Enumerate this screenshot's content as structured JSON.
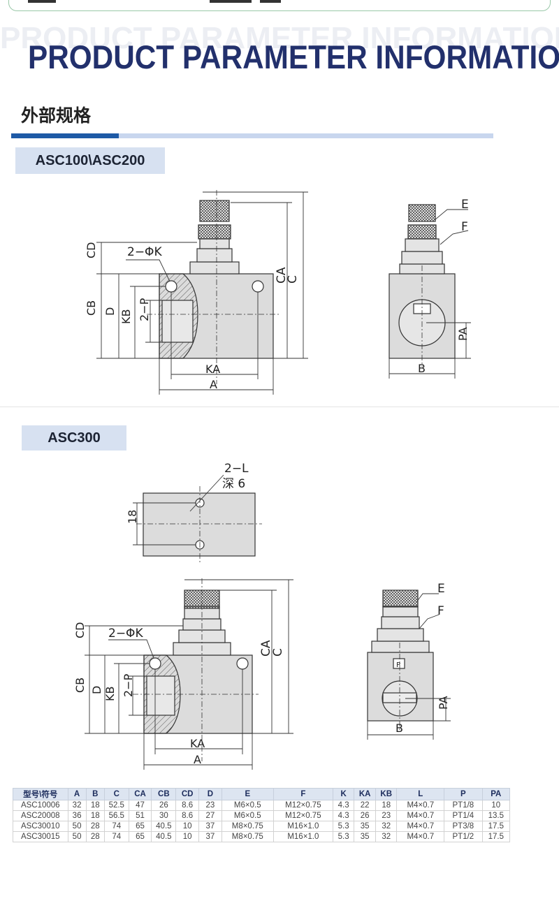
{
  "header": {
    "watermark": "PRODUCT PARAMETER INFORMATION",
    "title": "PRODUCT PARAMETER INFORMATION"
  },
  "section": {
    "title": "外部规格"
  },
  "models": [
    {
      "label": "ASC100\\ASC200"
    },
    {
      "label": "ASC300"
    }
  ],
  "drawing_labels": {
    "phi_k": "2−ΦK",
    "two_p": "2−P",
    "cd": "CD",
    "cb": "CB",
    "d": "D",
    "kb": "KB",
    "ca": "CA",
    "c": "C",
    "ka": "KA",
    "a": "A",
    "e": "E",
    "f": "F",
    "b": "B",
    "pa": "PA",
    "two_l": "2−L",
    "depth": "深 6",
    "eighteen": "18",
    "port": "P"
  },
  "colors": {
    "title": "#22306c",
    "accent": "#1e5aa6",
    "body_fill": "#dcdcdc"
  },
  "table": {
    "headers": [
      "型号\\符号",
      "A",
      "B",
      "C",
      "CA",
      "CB",
      "CD",
      "D",
      "E",
      "F",
      "K",
      "KA",
      "KB",
      "L",
      "P",
      "PA"
    ],
    "rows": [
      [
        "ASC10006",
        "32",
        "18",
        "52.5",
        "47",
        "26",
        "8.6",
        "23",
        "M6×0.5",
        "M12×0.75",
        "4.3",
        "22",
        "18",
        "M4×0.7",
        "PT1/8",
        "10"
      ],
      [
        "ASC20008",
        "36",
        "18",
        "56.5",
        "51",
        "30",
        "8.6",
        "27",
        "M6×0.5",
        "M12×0.75",
        "4.3",
        "26",
        "23",
        "M4×0.7",
        "PT1/4",
        "13.5"
      ],
      [
        "ASC30010",
        "50",
        "28",
        "74",
        "65",
        "40.5",
        "10",
        "37",
        "M8×0.75",
        "M16×1.0",
        "5.3",
        "35",
        "32",
        "M4×0.7",
        "PT3/8",
        "17.5"
      ],
      [
        "ASC30015",
        "50",
        "28",
        "74",
        "65",
        "40.5",
        "10",
        "37",
        "M8×0.75",
        "M16×1.0",
        "5.3",
        "35",
        "32",
        "M4×0.7",
        "PT1/2",
        "17.5"
      ]
    ]
  }
}
